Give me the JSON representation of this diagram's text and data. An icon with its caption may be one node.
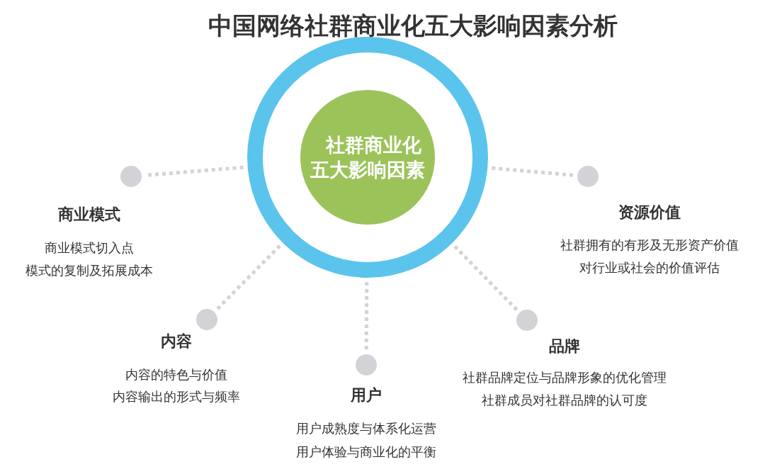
{
  "diagram": {
    "title": "中国网络社群商业化五大影响因素分析",
    "nodes": [
      {
        "text": [
          "社群商业化五大影响因素"
        ]
      },
      {
        "text": [],
        "shape": "circle",
        "beside": [
          "商业模式",
          "商业模式切入点",
          "模式的复制及拓展成本"
        ]
      },
      {
        "text": [],
        "shape": "circle",
        "beside": [
          "内容",
          "内容的特色与价值",
          "内容输出的形式与频率"
        ]
      },
      {
        "text": [],
        "shape": "circle",
        "beside": [
          "用户",
          "用户成熟度与体系化运营",
          "用户体验与商业化的平衡"
        ]
      },
      {
        "text": [],
        "shape": "circle",
        "beside": [
          "品牌",
          "社群品牌定位与品牌形象的优化管理",
          "社群成员对社群品牌的认可度"
        ]
      },
      {
        "text": [],
        "shape": "circle",
        "beside": [
          "资源价值",
          "社群拥有的有形及无形资产价值",
          "对行业或社会的价值评估"
        ]
      }
    ],
    "edges": [
      {
        "from": 0,
        "to": 1,
        "arrow": "none",
        "style": "dashed"
      },
      {
        "from": 0,
        "to": 2,
        "arrow": "none",
        "style": "dashed"
      },
      {
        "from": 0,
        "to": 3,
        "arrow": "none",
        "style": "dashed"
      },
      {
        "from": 0,
        "to": 4,
        "arrow": "none",
        "style": "dashed"
      },
      {
        "from": 0,
        "to": 5,
        "arrow": "none",
        "style": "dashed"
      }
    ]
  }
}
